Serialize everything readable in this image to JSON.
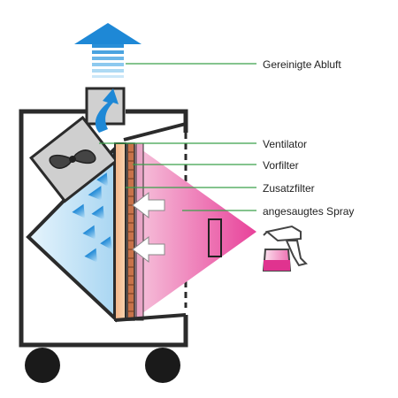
{
  "labels": {
    "exhaust": "Gereinigte Abluft",
    "fan": "Ventilator",
    "prefilter": "Vorfilter",
    "extra_filter": "Zusatzfilter",
    "spray": "angesaugtes Spray"
  },
  "colors": {
    "outline": "#2b2b2b",
    "leader_line": "#3aa04a",
    "clean_air": "#2a8fd8",
    "spray_pink": "#e0338f",
    "fan_housing": "#cfcfcf"
  },
  "icons": [
    "up-arrow-icon",
    "fan-icon",
    "spray-bottle-icon",
    "wheel-icon"
  ]
}
